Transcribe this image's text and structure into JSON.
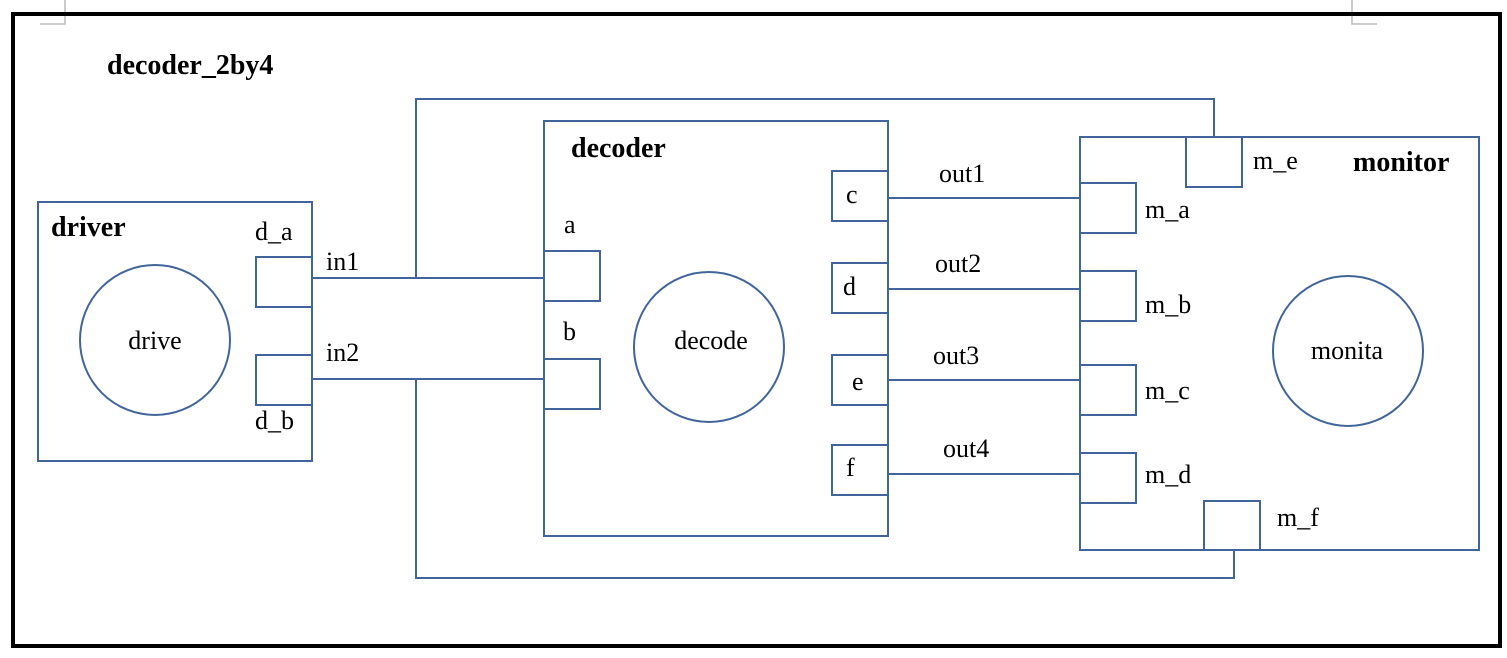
{
  "diagram": {
    "title": "decoder_2by4",
    "colors": {
      "line": "#41659a",
      "frame": "#000000",
      "text": "#000000"
    },
    "driver": {
      "title": "driver",
      "process": "drive",
      "ports": {
        "a": "d_a",
        "b": "d_b"
      }
    },
    "decoder": {
      "title": "decoder",
      "process": "decode",
      "inputs": {
        "a": "a",
        "b": "b"
      },
      "outputs": {
        "c": "c",
        "d": "d",
        "e": "e",
        "f": "f"
      }
    },
    "monitor": {
      "title": "monitor",
      "process": "monita",
      "ports": {
        "a": "m_a",
        "b": "m_b",
        "c": "m_c",
        "d": "m_d",
        "e": "m_e",
        "f": "m_f"
      }
    },
    "signals": {
      "in1": "in1",
      "in2": "in2",
      "out1": "out1",
      "out2": "out2",
      "out3": "out3",
      "out4": "out4"
    }
  }
}
